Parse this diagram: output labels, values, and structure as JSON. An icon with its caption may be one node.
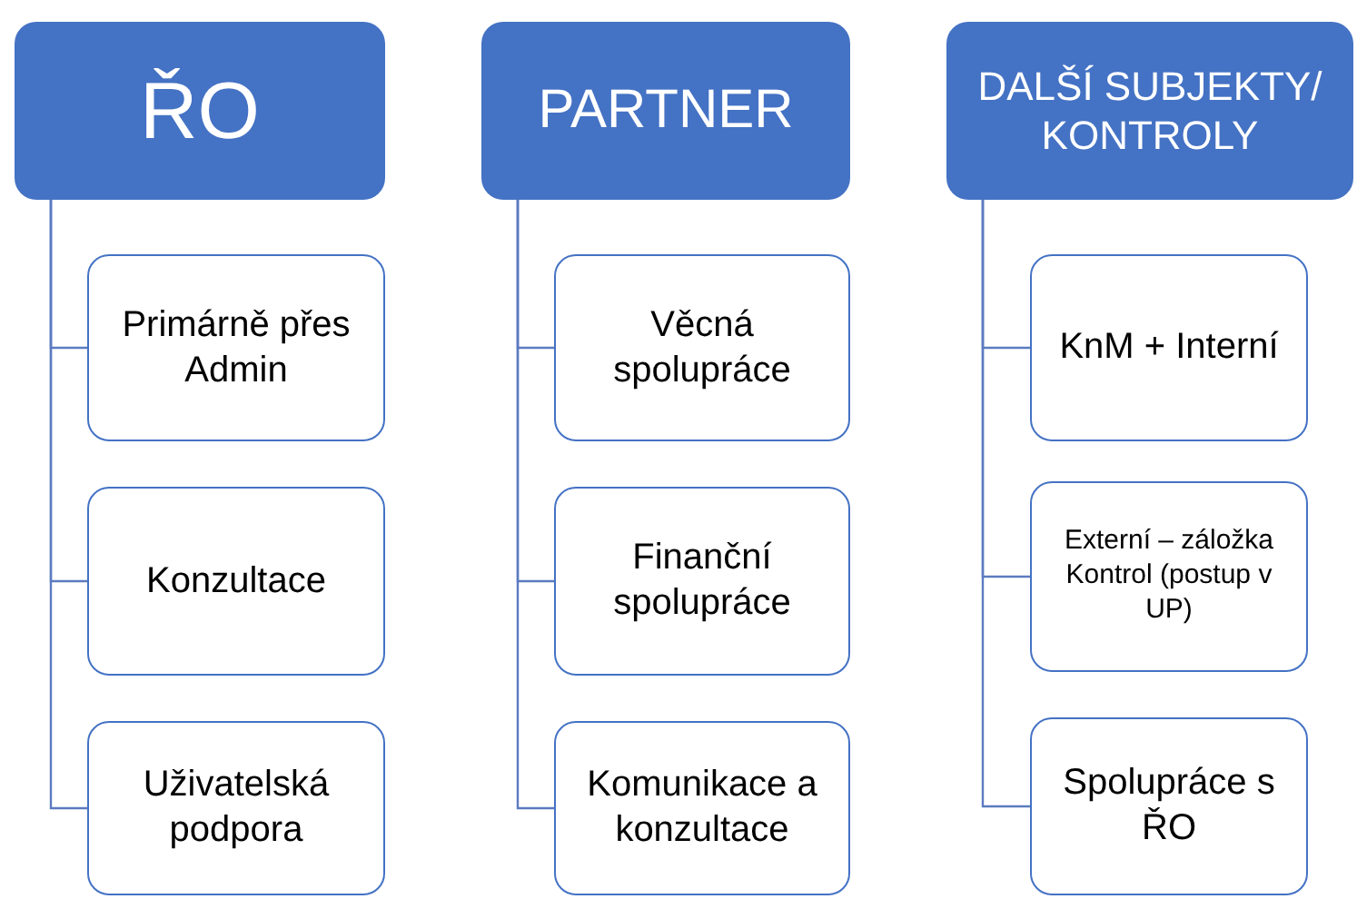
{
  "diagram": {
    "nodes": [
      {
        "text": [
          "ŘO"
        ]
      },
      {
        "text": [
          "Primárně přes Admin"
        ]
      },
      {
        "text": [
          "Konzultace"
        ]
      },
      {
        "text": [
          "Uživatelská podpora"
        ]
      },
      {
        "text": [
          "PARTNER"
        ]
      },
      {
        "text": [
          "Věcná spolupráce"
        ]
      },
      {
        "text": [
          "Finanční spolupráce"
        ]
      },
      {
        "text": [
          "Komunikace a konzultace"
        ]
      },
      {
        "text": [
          "DALŠÍ SUBJEKTY/ KONTROLY"
        ]
      },
      {
        "text": [
          "KnM + Interní"
        ]
      },
      {
        "text": [
          "Externí – záložka Kontrol (postup v UP)"
        ]
      },
      {
        "text": [
          "Spolupráce s ŘO"
        ]
      }
    ],
    "edges": [
      {
        "from": 0,
        "to": 1,
        "arrow": "none"
      },
      {
        "from": 0,
        "to": 2,
        "arrow": "none"
      },
      {
        "from": 0,
        "to": 3,
        "arrow": "none"
      },
      {
        "from": 4,
        "to": 5,
        "arrow": "none"
      },
      {
        "from": 4,
        "to": 6,
        "arrow": "none"
      },
      {
        "from": 4,
        "to": 7,
        "arrow": "none"
      },
      {
        "from": 8,
        "to": 9,
        "arrow": "none"
      },
      {
        "from": 8,
        "to": 10,
        "arrow": "none"
      },
      {
        "from": 8,
        "to": 11,
        "arrow": "none"
      }
    ]
  }
}
